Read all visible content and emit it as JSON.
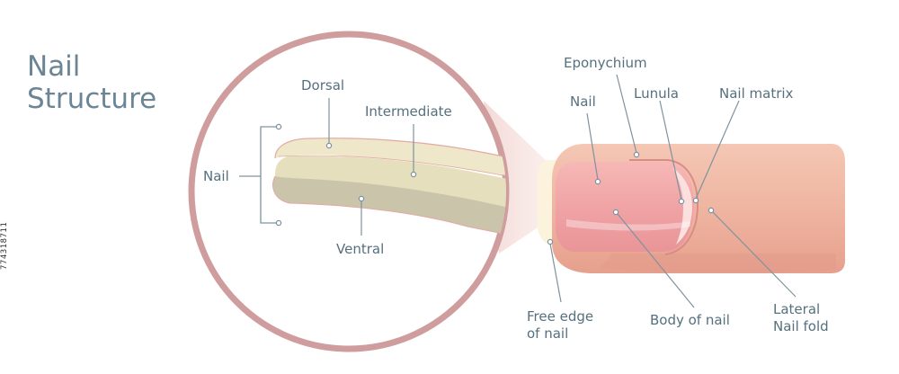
{
  "title": {
    "line1": "Nail",
    "line2": "Structure"
  },
  "cross_section": {
    "layers": {
      "dorsal": "Dorsal",
      "intermediate": "Intermediate",
      "ventral": "Ventral"
    },
    "nail_bracket": "Nail"
  },
  "finger": {
    "eponychium": "Eponychium",
    "nail": "Nail",
    "lunula": "Lunula",
    "nail_matrix": "Nail matrix",
    "free_edge": {
      "line1": "Free edge",
      "line2": "of nail"
    },
    "body_of_nail": "Body of nail",
    "lateral_nail_fold": {
      "line1": "Lateral",
      "line2": "Nail fold"
    }
  },
  "stock_id": "774318711",
  "colors": {
    "circle_border": "#cf9d9d",
    "label_text": "#55707f",
    "leader_line": "#7e93a0",
    "finger_skin": "#efb8a4",
    "nail_pink": "#f1a9a9",
    "dorsal_layer": "#eee7c9",
    "intermediate_layer": "#e6dfbd",
    "ventral_layer": "#cac5aa"
  }
}
